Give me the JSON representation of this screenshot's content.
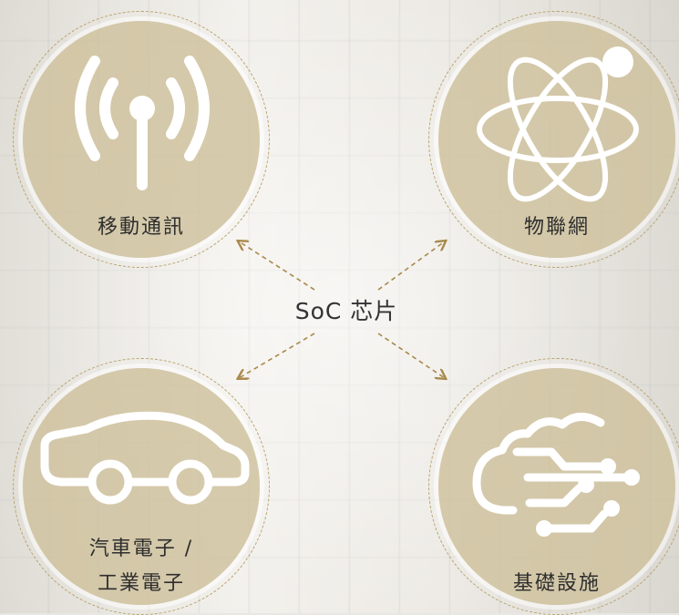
{
  "center": {
    "label": "SoC 芯片"
  },
  "nodes": [
    {
      "label": "移動通訊",
      "icon": "antenna-icon"
    },
    {
      "label": "物聯網",
      "icon": "atom-icon"
    },
    {
      "label_line1": "汽車電子 /",
      "label_line2": "工業電子",
      "icon": "car-icon"
    },
    {
      "label": "基礎設施",
      "icon": "cloud-network-icon"
    }
  ],
  "colors": {
    "circle_fill": "#cec19c",
    "arrow": "#a8894a",
    "icon": "#ffffff",
    "text": "#2e2e2e"
  }
}
